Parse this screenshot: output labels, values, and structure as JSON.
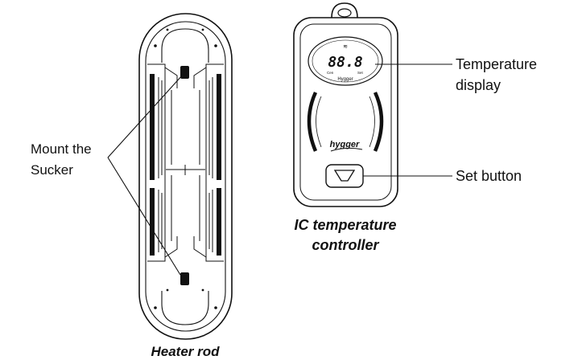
{
  "labels": {
    "mount_line1": "Mount the",
    "mount_line2": "Sucker",
    "temp_line1": "Temperature",
    "temp_line2": "display",
    "set_button": "Set button"
  },
  "captions": {
    "controller_line1": "IC temperature",
    "controller_line2": "controller",
    "heater": "Heater rod"
  },
  "display": {
    "digits": "88.8",
    "brand": "Hygger",
    "mini_left": "Cen",
    "mini_right": "Set"
  },
  "logo": {
    "text": "hygger"
  },
  "colors": {
    "ink": "#111111",
    "background": "#ffffff"
  }
}
